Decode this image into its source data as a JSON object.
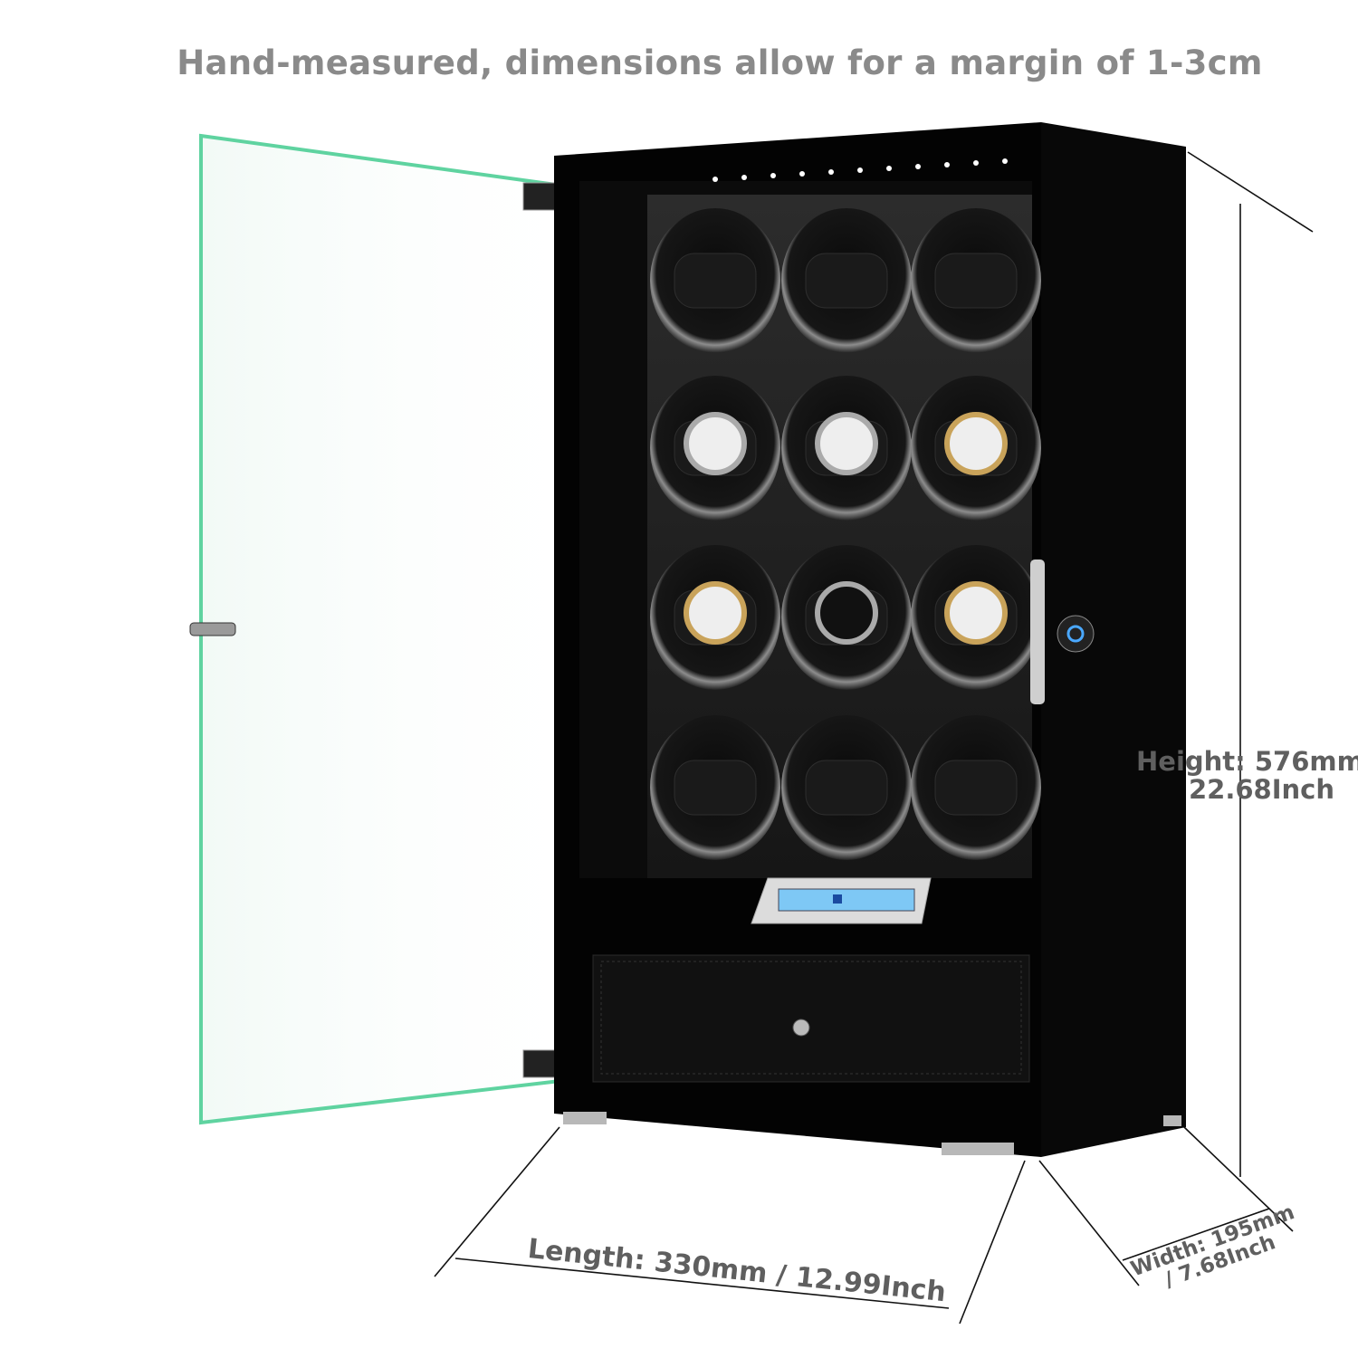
{
  "title": "Hand-measured, dimensions allow for a margin of 1-3cm",
  "dimensions": {
    "height": {
      "line1": "Height: 576mm /",
      "line2": "22.68Inch"
    },
    "length": {
      "label": "Length: 330mm / 12.99Inch"
    },
    "width": {
      "line1": "Width: 195mm",
      "line2": "/ 7.68Inch"
    }
  },
  "product": {
    "winder_rows": 4,
    "winder_cols": 3,
    "colors": {
      "body": "#050505",
      "glass_edge": "#5fd3a0",
      "display": "#7ec8f5",
      "text": "#5f5f5f"
    }
  }
}
